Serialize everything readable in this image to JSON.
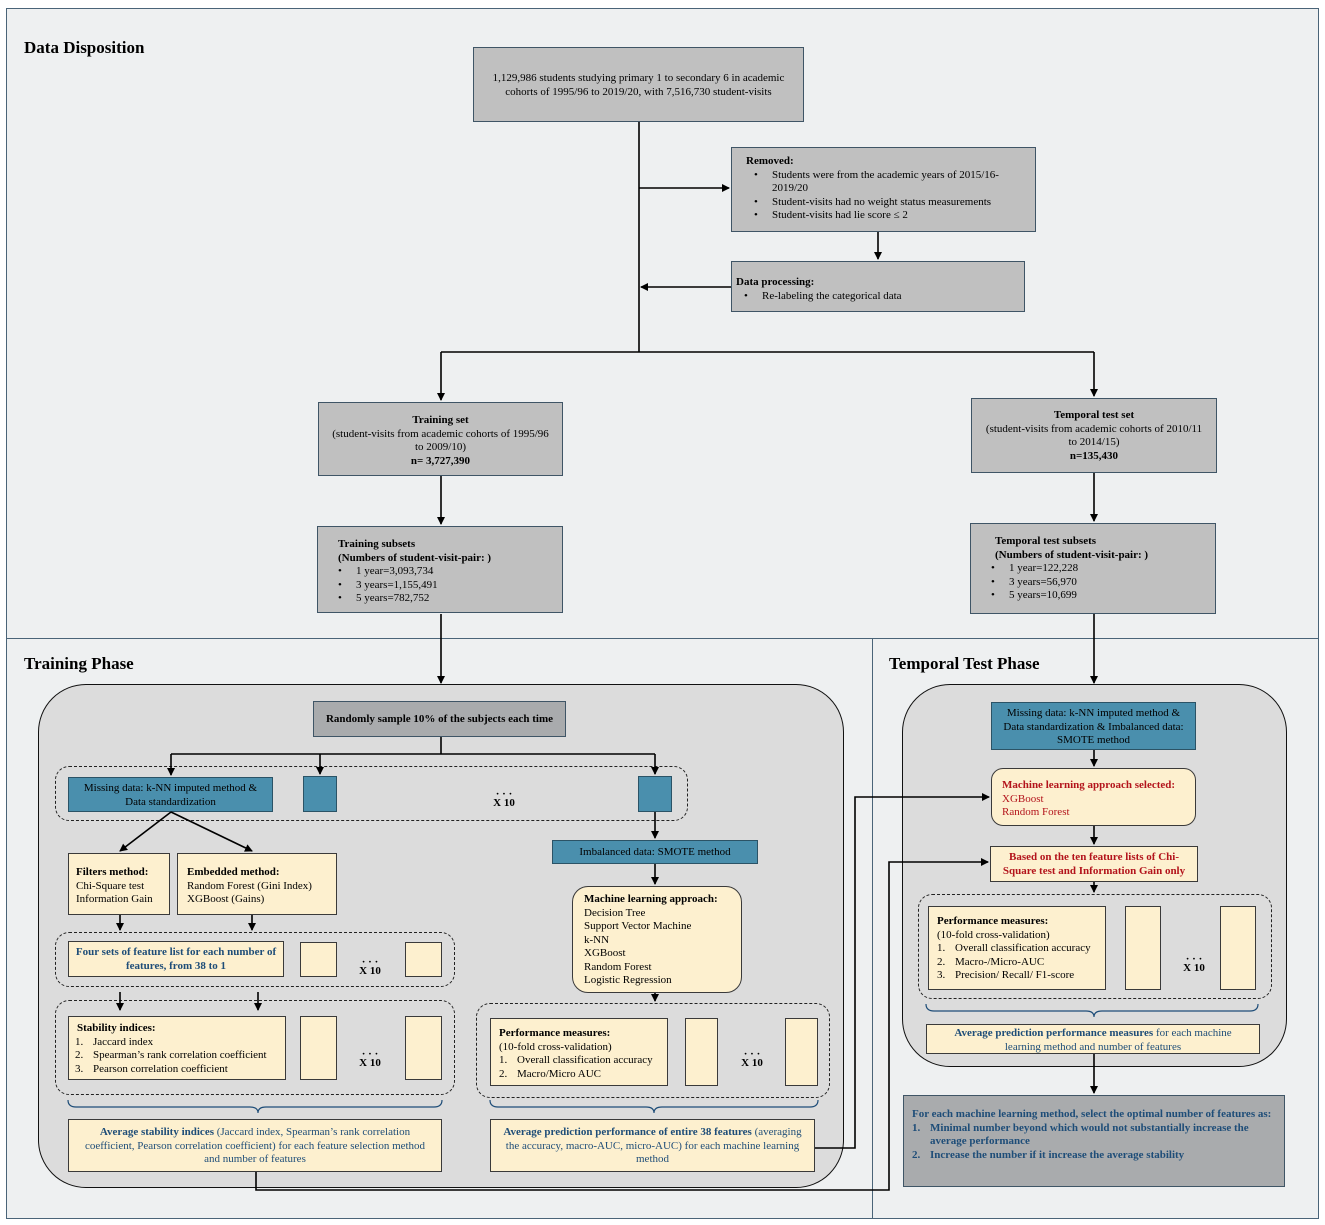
{
  "sections": {
    "data_disposition": "Data Disposition",
    "training_phase": "Training Phase",
    "temporal_test_phase": "Temporal Test Phase"
  },
  "disposition": {
    "start": "1,129,986 students studying primary 1 to secondary 6 in academic cohorts of 1995/96 to 2019/20, with 7,516,730 student-visits",
    "removed_title": "Removed:",
    "removed_items": [
      "Students were from the academic years of 2015/16-2019/20",
      "Student-visits had no weight status measurements",
      "Student-visits had lie score ≤ 2"
    ],
    "processing_title": "Data processing:",
    "processing_items": [
      "Re-labeling the categorical data"
    ],
    "training_set": {
      "title": "Training set",
      "desc": "(student-visits from academic cohorts of 1995/96 to 2009/10)",
      "n": "n= 3,727,390"
    },
    "temporal_set": {
      "title": "Temporal test set",
      "desc": "(student-visits from academic cohorts of 2010/11 to 2014/15)",
      "n": "n=135,430"
    },
    "training_subsets": {
      "title": "Training subsets",
      "subtitle": "(Numbers of student-visit-pair: )",
      "items": [
        "1 year=3,093,734",
        "3 years=1,155,491",
        "5 years=782,752"
      ]
    },
    "temporal_subsets": {
      "title": "Temporal test subsets",
      "subtitle": "(Numbers of student-visit-pair: )",
      "items": [
        "1 year=122,228",
        "3 years=56,970",
        "5 years=10,699"
      ]
    }
  },
  "training": {
    "sample": "Randomly sample 10% of the subjects each time",
    "missing": "Missing data: k-NN imputed method & Data standardization",
    "x10": "X 10",
    "dots": "· · ·",
    "smote": "Imbalanced data: SMOTE method",
    "filters_title": "Filters method:",
    "filters_items": [
      "Chi-Square test",
      "Information Gain"
    ],
    "embedded_title": "Embedded method:",
    "embedded_items": [
      "Random Forest (Gini Index)",
      "XGBoost (Gains)"
    ],
    "feature_list": "Four sets of feature list for each number of features, from 38 to 1",
    "stability_title": "Stability indices:",
    "stability_items": [
      "Jaccard index",
      "Spearman’s rank correlation coefficient",
      "Pearson correlation coefficient"
    ],
    "ml_title": "Machine learning approach:",
    "ml_items": [
      "Decision Tree",
      "Support Vector Machine",
      "k-NN",
      "XGBoost",
      "Random Forest",
      "Logistic Regression"
    ],
    "perf_title": "Performance measures:",
    "perf_sub": "(10-fold cross-validation)",
    "perf_items": [
      "Overall classification accuracy",
      "Macro/Micro AUC"
    ],
    "avg_stab_bold": "Average stability indices",
    "avg_stab_rest": " (Jaccard index, Spearman’s rank correlation coefficient, Pearson correlation coefficient) for each feature selection method and number of features",
    "avg_perf_bold": "Average prediction performance of entire 38 features",
    "avg_perf_rest": " (averaging the accuracy, macro-AUC, micro-AUC) for each machine learning method"
  },
  "temporal": {
    "preproc": "Missing data: k-NN imputed method & Data standardization & Imbalanced data: SMOTE method",
    "ml_title": "Machine learning approach selected:",
    "ml_items": [
      "XGBoost",
      "Random Forest"
    ],
    "based": "Based on the ten feature lists of Chi-Square test and Information Gain only",
    "perf_title": "Performance measures:",
    "perf_sub": "(10-fold cross-validation)",
    "perf_items": [
      "Overall classification accuracy",
      "Macro-/Micro-AUC",
      "Precision/ Recall/ F1-score"
    ],
    "avg_bold": "Average prediction performance measures",
    "avg_rest": " for each machine learning method and number of features",
    "final_intro": "For each machine learning method, select the optimal number of features as:",
    "final_items": [
      "Minimal number beyond which would not substantially increase the average performance",
      "Increase the number if it increase the average stability"
    ]
  }
}
